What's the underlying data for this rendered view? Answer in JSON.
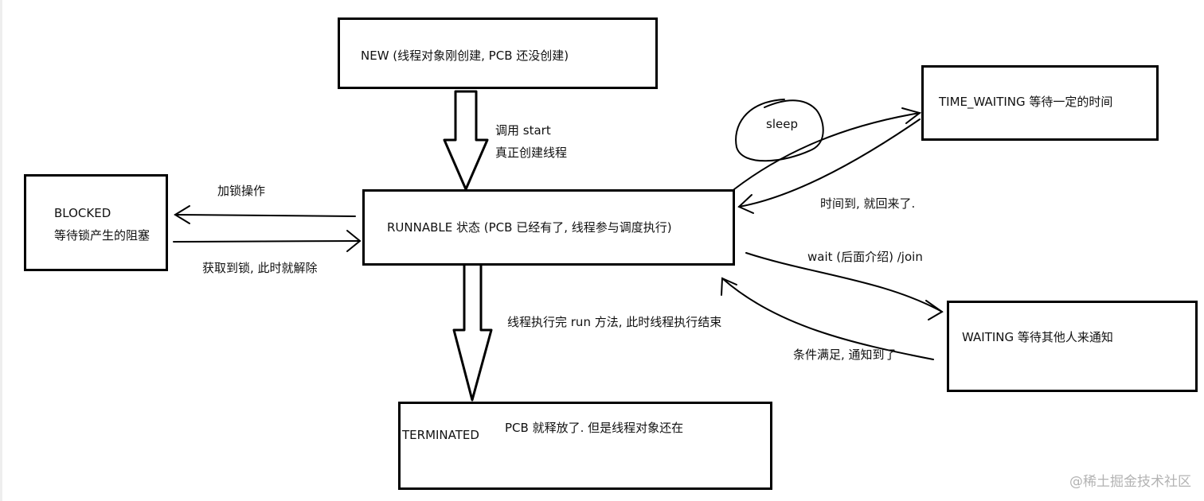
{
  "states": {
    "new": {
      "label": "NEW (线程对象刚创建, PCB 还没创建)"
    },
    "runnable": {
      "label": "RUNNABLE 状态 (PCB 已经有了, 线程参与调度执行)"
    },
    "blocked": {
      "line1": "BLOCKED",
      "line2": "等待锁产生的阻塞"
    },
    "time_waiting": {
      "label": "TIME_WAITING 等待一定的时间"
    },
    "waiting": {
      "label": "WAITING 等待其他人来通知"
    },
    "terminated": {
      "title": "TERMINATED",
      "note": "PCB 就释放了. 但是线程对象还在"
    }
  },
  "transitions": {
    "start_line1": "调用 start",
    "start_line2": "真正创建线程",
    "lock": "加锁操作",
    "lock_acquired": "获取到锁, 此时就解除",
    "sleep": "sleep",
    "time_up": "时间到, 就回来了.",
    "wait_join": "wait (后面介绍) /join",
    "notified": "条件满足, 通知到了",
    "run_finished": "线程执行完 run 方法, 此时线程执行结束"
  },
  "watermark": "@稀土掘金技术社区"
}
